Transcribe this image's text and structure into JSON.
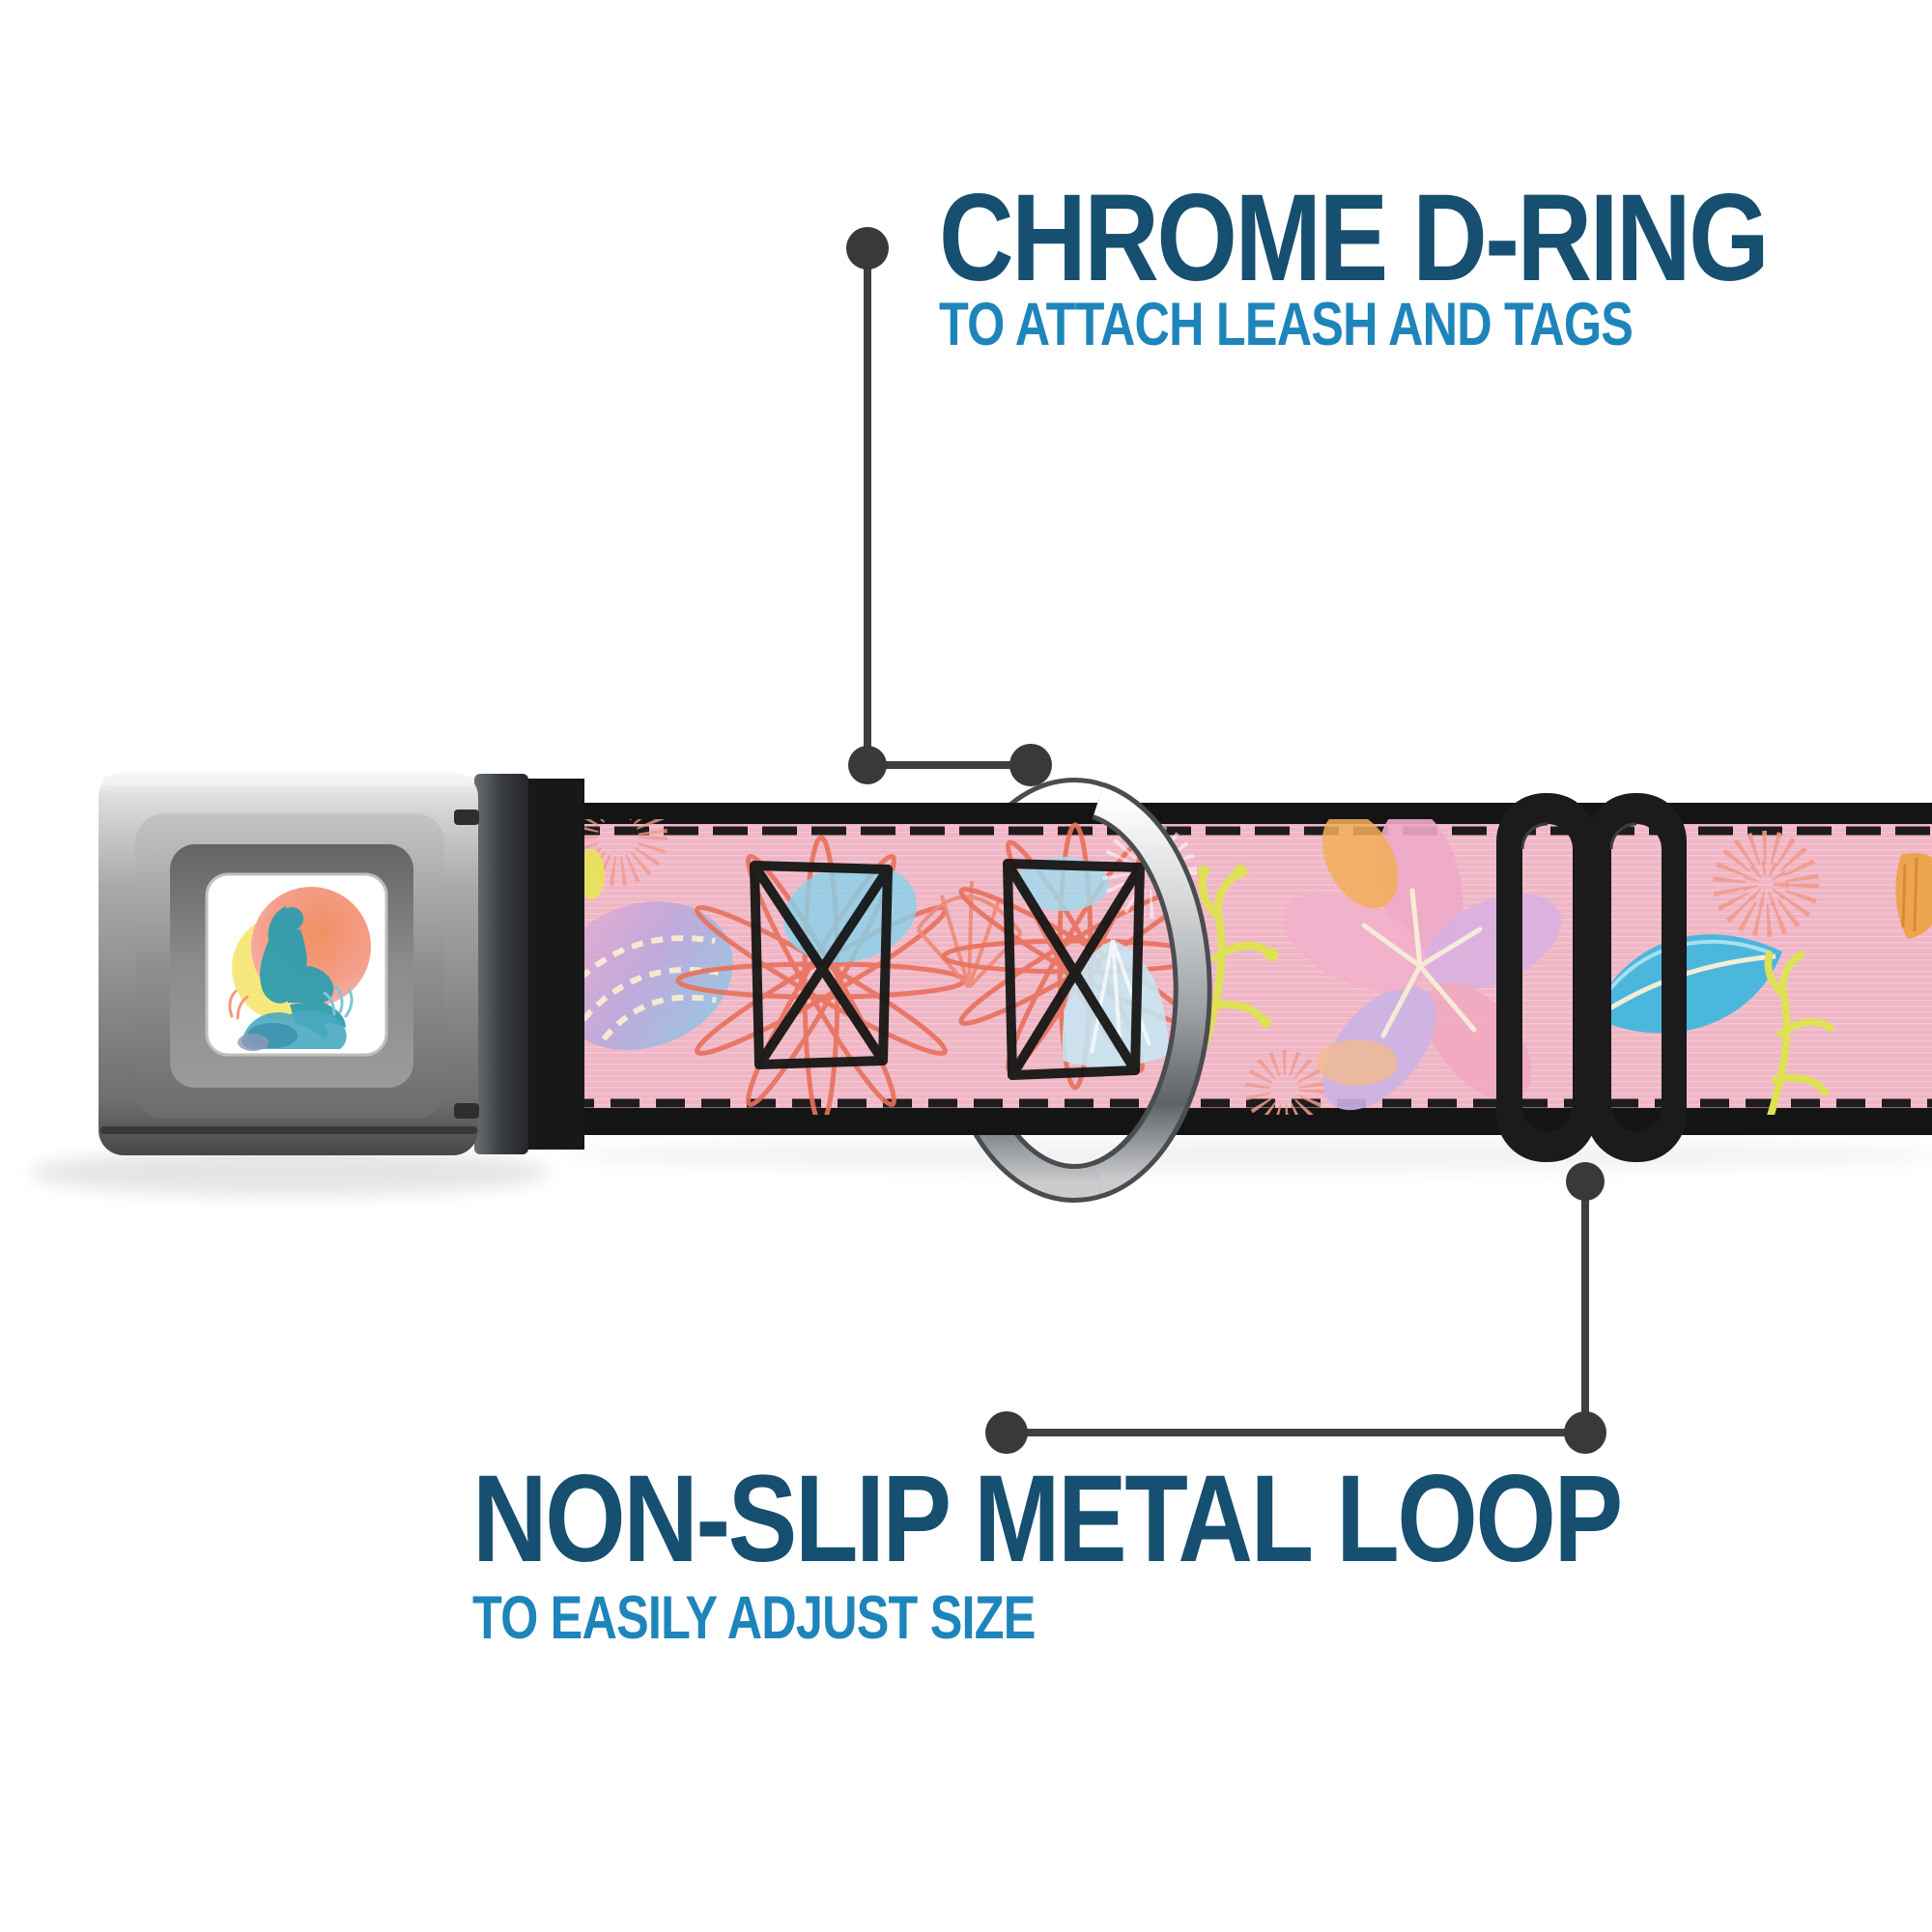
{
  "page": {
    "background": "#ffffff",
    "description_visible_content": "Product callout diagram of a seatbelt-buckle style pet collar"
  },
  "callouts": {
    "top": {
      "heading": "CHROME D-RING",
      "subheading": "TO ATTACH LEASH AND TAGS"
    },
    "bottom": {
      "heading": "NON-SLIP METAL LOOP",
      "subheading": "TO EASILY ADJUST SIZE"
    }
  },
  "colors": {
    "heading_blue": "#164f70",
    "subheading_blue": "#1e85bb",
    "callout_line_gray": "#3f3f3f",
    "callout_dot_gray": "#393939",
    "strap_pink": "#efb6c6",
    "strap_edge_black": "#141414",
    "coral_outline": "#e8715b",
    "leaf_blue": "#3db6dc",
    "seaweed_yellow": "#dde153",
    "buckle_silver": "#9a9a9a",
    "adjuster_black": "#1b1b1e",
    "mermaid_teal": "#2f9fae",
    "sun_orange": "#f08a5f"
  },
  "parts": {
    "buckle": "chrome seatbelt buckle with mermaid watercolor art",
    "buckle_art": "mermaid silhouette against watercolor sun",
    "strap": "pink webbing with watercolor shells, flowers and coral",
    "d_ring": "chrome d-ring",
    "adjuster": "black non-slip metal slide loop",
    "stitches": "black box-x stitching"
  }
}
